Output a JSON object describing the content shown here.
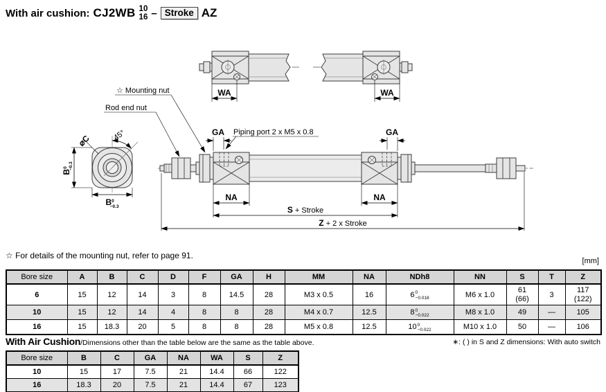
{
  "title": {
    "prefix": "With air cushion:",
    "model": "CJ2WB",
    "size_top": "10",
    "size_bottom": "16",
    "dash": "–",
    "stroke_label": "Stroke",
    "suffix": "AZ"
  },
  "drawing": {
    "mounting_nut_label": "☆ Mounting nut",
    "rod_end_nut_label": "Rod end nut",
    "angle_label": "45°",
    "dia_c_label": "⌀C",
    "b_label": "B",
    "b_tol_sup": "0",
    "b_tol_sub": "−0.3",
    "ga_label": "GA",
    "piping_port_label": "Piping port 2 x M5 x 0.8",
    "na_label": "NA",
    "wa_label": "WA",
    "s_dim_bold": "S",
    "s_dim_rest": " + Stroke",
    "z_dim_bold": "Z",
    "z_dim_rest": " + 2 x Stroke"
  },
  "note": "☆ For details of the mounting nut, refer to page 91.",
  "unit": "[mm]",
  "main_table": {
    "headers": [
      "Bore size",
      "A",
      "B",
      "C",
      "D",
      "F",
      "GA",
      "H",
      "MM",
      "NA",
      "NDh8",
      "NN",
      "S",
      "T",
      "Z"
    ],
    "rows": [
      {
        "bore": "6",
        "a": "15",
        "b": "12",
        "c": "14",
        "d": "3",
        "f": "8",
        "ga": "14.5",
        "h": "28",
        "mm": "M3 x 0.5",
        "na": "16",
        "nd_base": "6",
        "nd_sup": "0",
        "nd_sub": "−0.018",
        "nn": "M6 x 1.0",
        "s": "61",
        "s_note": "(66)",
        "t": "3",
        "z": "117",
        "z_note": "(122)"
      },
      {
        "bore": "10",
        "a": "15",
        "b": "12",
        "c": "14",
        "d": "4",
        "f": "8",
        "ga": "8",
        "h": "28",
        "mm": "M4 x 0.7",
        "na": "12.5",
        "nd_base": "8",
        "nd_sup": "0",
        "nd_sub": "−0.022",
        "nn": "M8 x 1.0",
        "s": "49",
        "t": "—",
        "z": "105"
      },
      {
        "bore": "16",
        "a": "15",
        "b": "18.3",
        "c": "20",
        "d": "5",
        "f": "8",
        "ga": "8",
        "h": "28",
        "mm": "M5 x 0.8",
        "na": "12.5",
        "nd_base": "10",
        "nd_sup": "0",
        "nd_sub": "−0.022",
        "nn": "M10 x 1.0",
        "s": "50",
        "t": "—",
        "z": "106"
      }
    ]
  },
  "cushion_section": {
    "heading": "With Air Cushion",
    "subheading": "/Dimensions other than the table below are the same as the table above.",
    "side_note": "∗: ( ) in S and Z dimensions: With auto switch"
  },
  "cushion_table": {
    "headers": [
      "Bore size",
      "B",
      "C",
      "GA",
      "NA",
      "WA",
      "S",
      "Z"
    ],
    "rows": [
      {
        "bore": "10",
        "b": "15",
        "c": "17",
        "ga": "7.5",
        "na": "21",
        "wa": "14.4",
        "s": "66",
        "z": "122"
      },
      {
        "bore": "16",
        "b": "18.3",
        "c": "20",
        "ga": "7.5",
        "na": "21",
        "wa": "14.4",
        "s": "67",
        "z": "123"
      }
    ]
  }
}
